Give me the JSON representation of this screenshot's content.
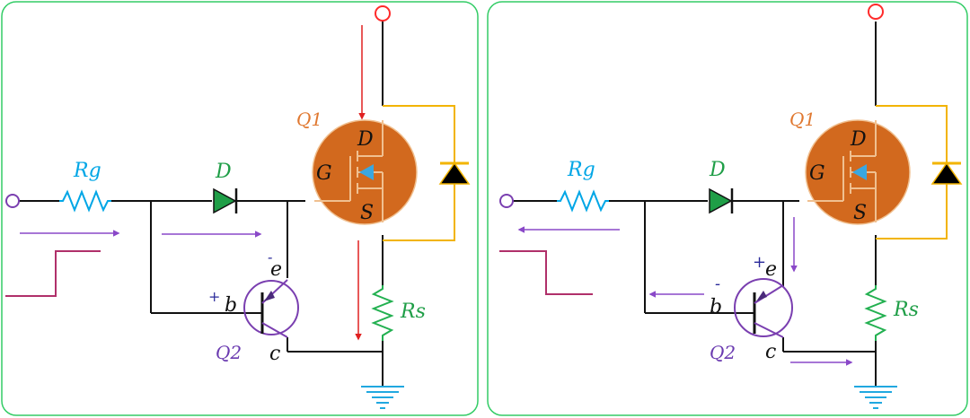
{
  "colors": {
    "panel_border": "#33cc66",
    "wire": "#111111",
    "supply": "#ff2a2a",
    "resistor_rg": "#00a6e6",
    "resistor_rs": "#22b050",
    "diode_d": "#1f9e47",
    "mosfet_fill": "#d2691e",
    "mosfet_outline": "#f0c090",
    "mosfet_arrow": "#3aa7e0",
    "body_diode": "#f2b400",
    "transistor_q2": "#7a3fb0",
    "current_red": "#e02020",
    "current_purple": "#8a48c8",
    "step_signal": "#b0306a",
    "ground": "#20a8e0",
    "terminal": "#7a3fb0",
    "label_q1": "#e07830",
    "label_d": "#1f9e47",
    "label_rg": "#00a6e6",
    "label_rs": "#1f9e47",
    "label_q2": "#6a3ab0",
    "label_sign": "#2a2a9a"
  },
  "icons": [
    "input-terminal-icon",
    "resistor-icon",
    "diode-icon",
    "mosfet-icon",
    "body-diode-icon",
    "pnp-transistor-icon",
    "ground-icon",
    "supply-terminal-icon",
    "current-arrow-icon"
  ],
  "left": {
    "labels": {
      "rg": "Rg",
      "d": "D",
      "q1": "Q1",
      "pin_g": "G",
      "pin_d": "D",
      "pin_s": "S",
      "rs": "Rs",
      "q2": "Q2",
      "pin_b": "b",
      "pin_c": "c",
      "pin_e": "e",
      "sign_b": "+",
      "sign_e": "-"
    }
  },
  "right": {
    "labels": {
      "rg": "Rg",
      "d": "D",
      "q1": "Q1",
      "pin_g": "G",
      "pin_d": "D",
      "pin_s": "S",
      "rs": "Rs",
      "q2": "Q2",
      "pin_b": "b",
      "pin_c": "c",
      "pin_e": "e",
      "sign_b": "-",
      "sign_e": "+"
    }
  }
}
